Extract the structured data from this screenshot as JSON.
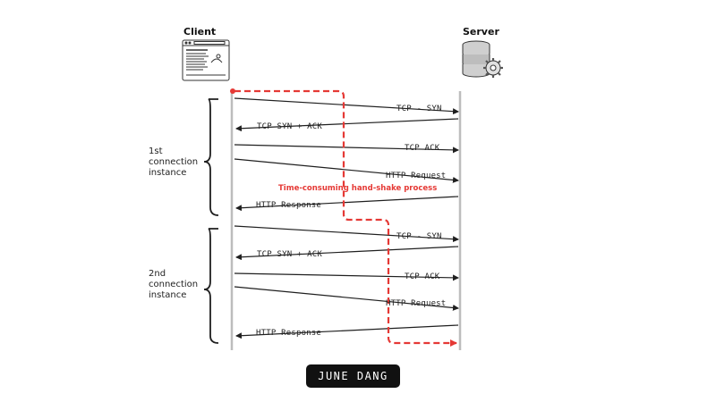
{
  "actors": {
    "client_label": "Client",
    "server_label": "Server"
  },
  "messages": {
    "m1": "TCP - SYN",
    "m2": "TCP SYN + ACK",
    "m3": "TCP ACK",
    "m4": "HTTP Request",
    "m5": "HTTP Response",
    "m6": "TCP - SYN",
    "m7": "TCP SYN + ACK",
    "m8": "TCP ACK",
    "m9": "HTTP Request",
    "m10": "HTTP Response"
  },
  "instances": {
    "first": [
      "1st",
      "connection",
      "instance"
    ],
    "second": [
      "2nd",
      "connection",
      "instance"
    ]
  },
  "annotation": "Time-consuming hand-shake process",
  "author_badge": "JUNE DANG",
  "colors": {
    "ink": "#1f1f1f",
    "highlight": "#e53935",
    "badge_bg": "#111111"
  },
  "icons": {
    "client": "browser-window-icon",
    "server": "database-server-gear-icon"
  }
}
